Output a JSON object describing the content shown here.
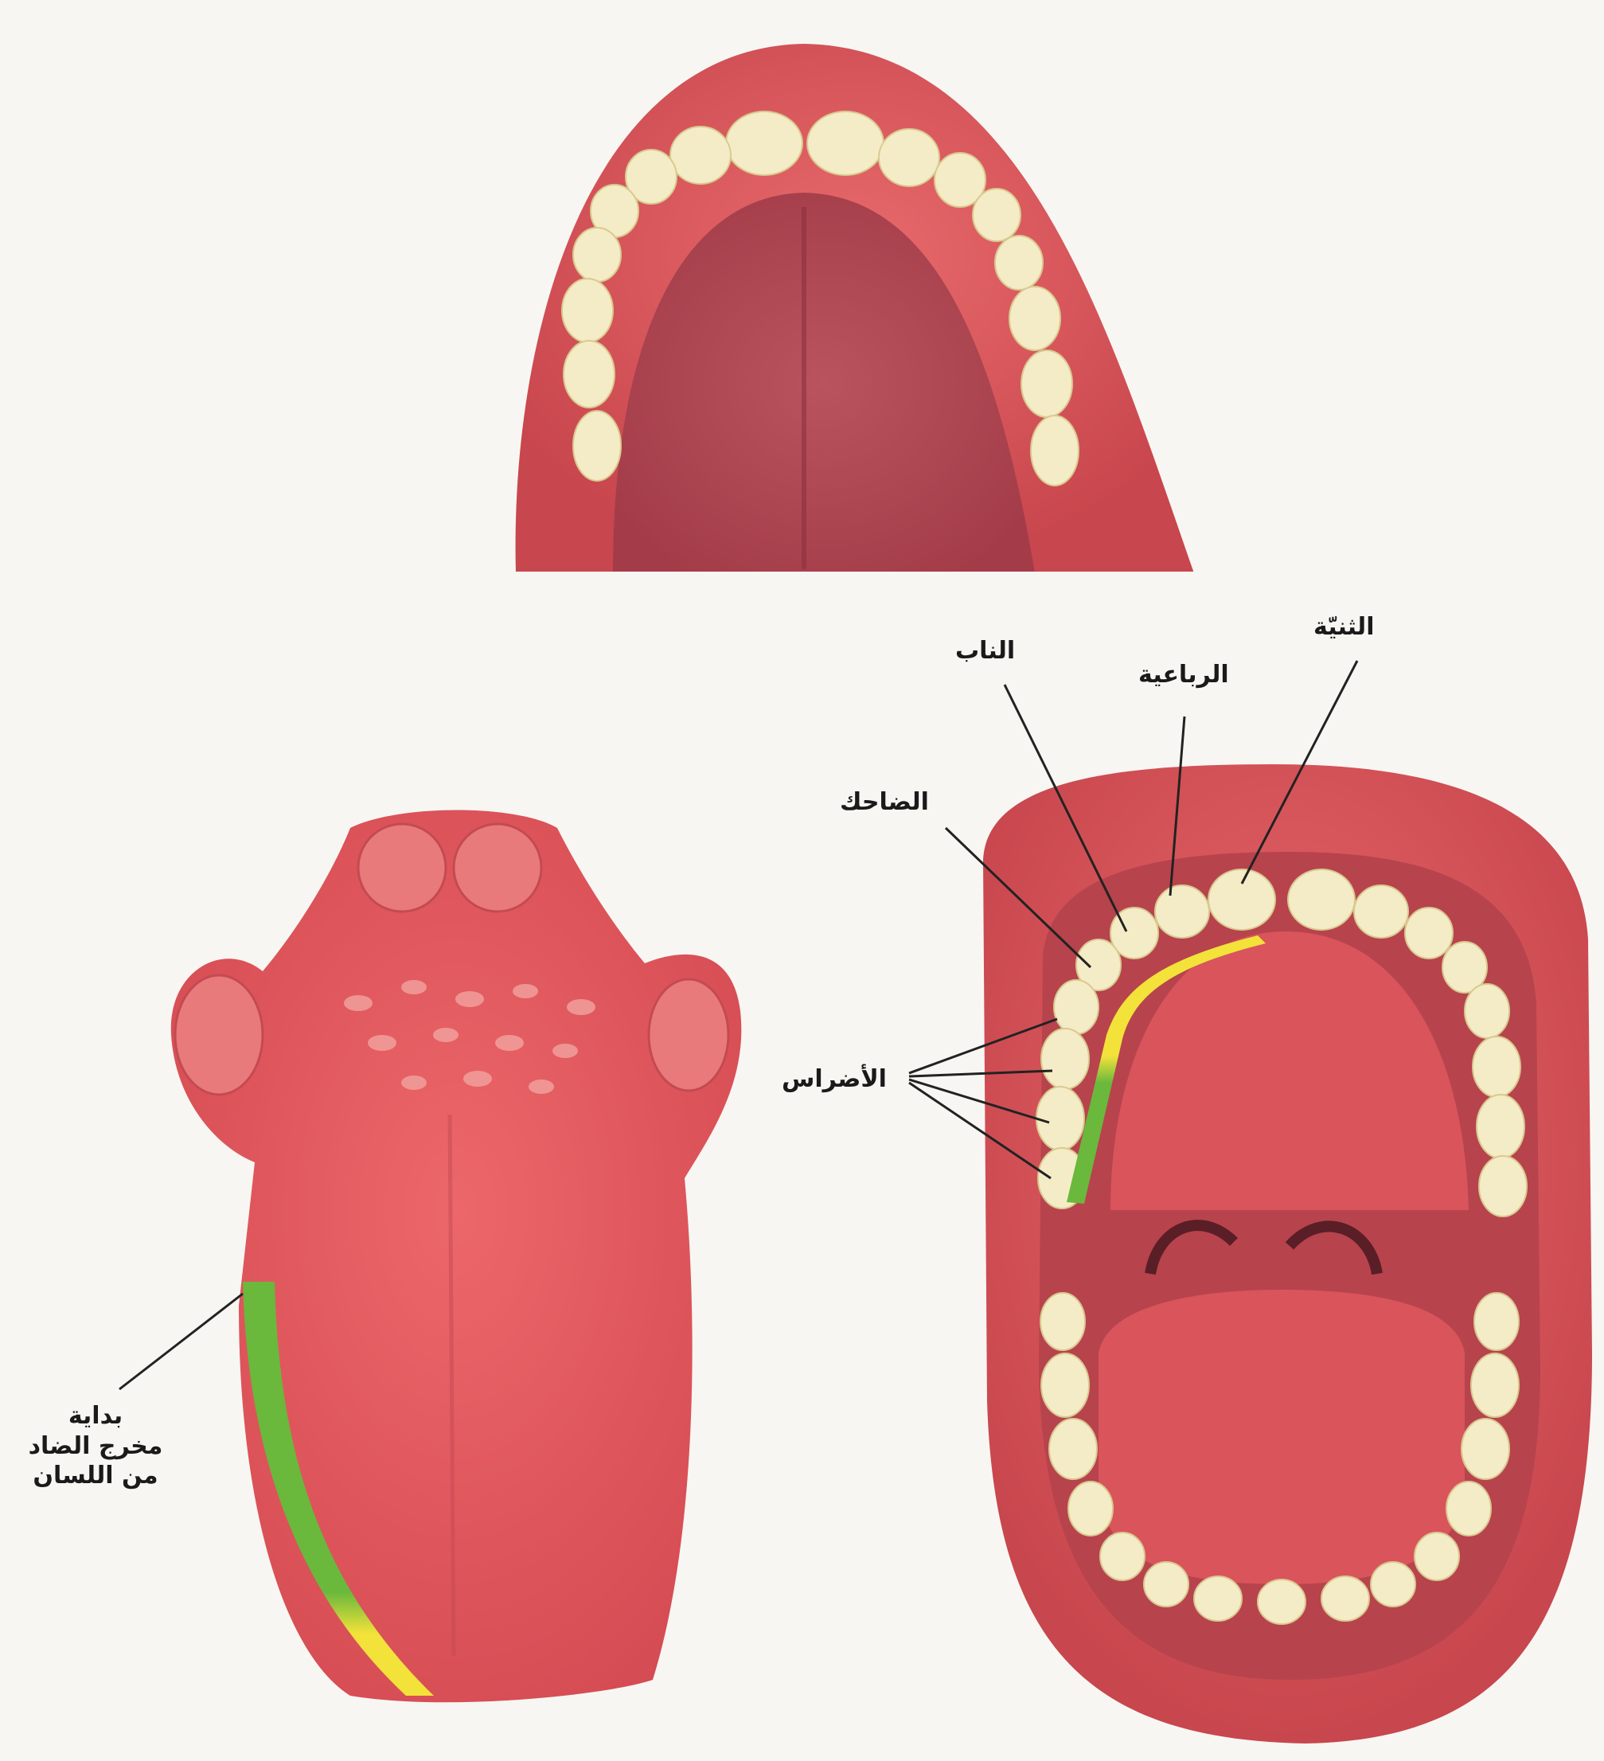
{
  "labels": {
    "central_incisor": "الثنيّة",
    "lateral_incisor": "الرباعية",
    "canine": "الناب",
    "premolar": "الضاحك",
    "molars": "الأضراس",
    "dad_origin": [
      "بداية",
      "مخرج الضاد",
      "من اللسان"
    ]
  },
  "colors": {
    "background": "#f7f6f2",
    "gum": "#e05a5e",
    "tongue": "#e2575c",
    "palate": "#c44a52",
    "tooth": "#f4ecc6",
    "highlight_green": "#6ab83c",
    "highlight_yellow": "#f2e23a",
    "leader_line": "#222222"
  }
}
